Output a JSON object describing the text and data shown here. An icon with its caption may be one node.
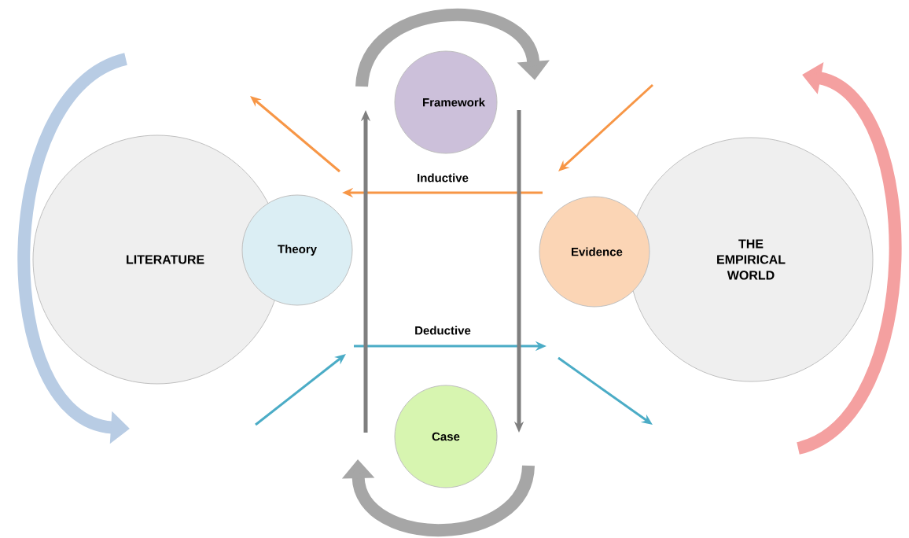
{
  "diagram": {
    "nodes": [
      {
        "text": [
          "LITERATURE"
        ]
      },
      {
        "text": [
          "Theory"
        ]
      },
      {
        "text": [
          "Framework"
        ]
      },
      {
        "text": [
          "Evidence"
        ]
      },
      {
        "text": [
          "THE EMPIRICAL WORLD"
        ]
      },
      {
        "text": [
          "Case"
        ]
      }
    ],
    "labels": [
      "Inductive",
      "Deductive"
    ]
  }
}
